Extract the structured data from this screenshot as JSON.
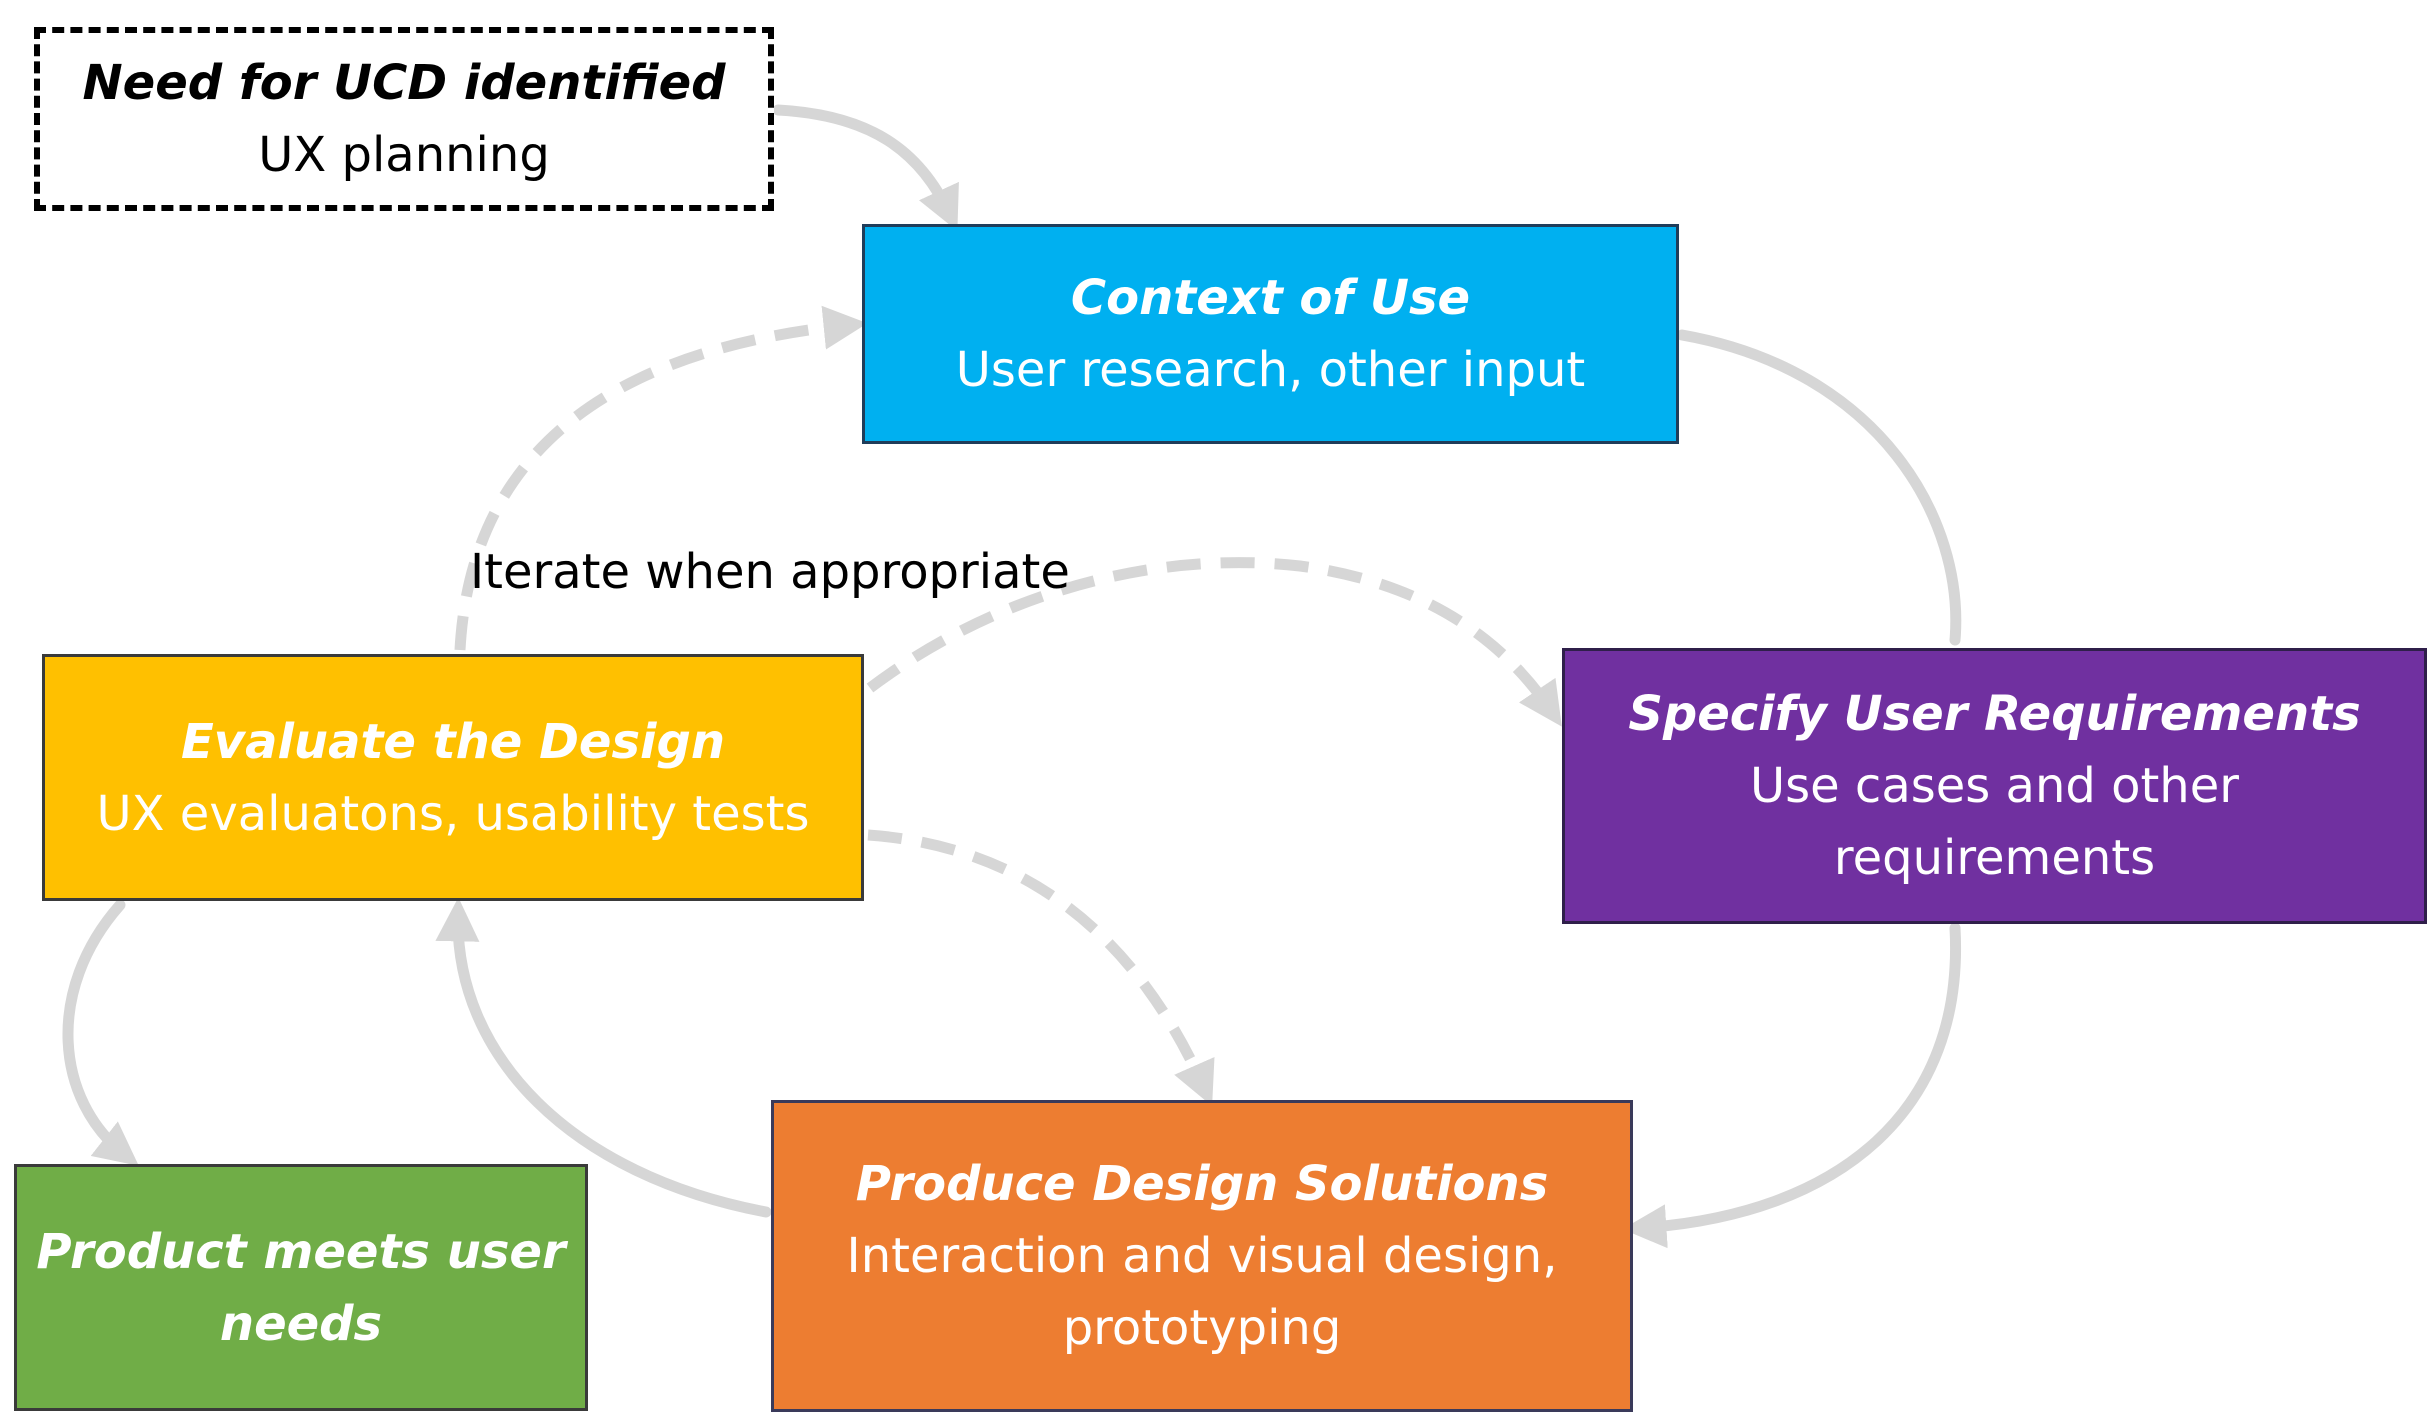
{
  "colors": {
    "context": "#00b0f0",
    "requirements": "#7030a0",
    "produce": "#ed7d31",
    "evaluate": "#ffc000",
    "meets": "#70ad47",
    "arrow": "#d6d6d6"
  },
  "start": {
    "title": "Need for UCD identified",
    "subtitle": "UX planning"
  },
  "context": {
    "title": "Context of Use",
    "subtitle": "User research, other input"
  },
  "requirements": {
    "title": "Specify User Requirements",
    "subtitle_line1": "Use cases and other",
    "subtitle_line2": "requirements"
  },
  "produce": {
    "title": "Produce Design Solutions",
    "subtitle_line1": "Interaction and visual design,",
    "subtitle_line2": "prototyping"
  },
  "evaluate": {
    "title": "Evaluate the Design",
    "subtitle": "UX evaluatons, usability tests"
  },
  "meets": {
    "title_line1": "Product meets user",
    "title_line2": "needs"
  },
  "iterate_label": "Iterate when appropriate"
}
